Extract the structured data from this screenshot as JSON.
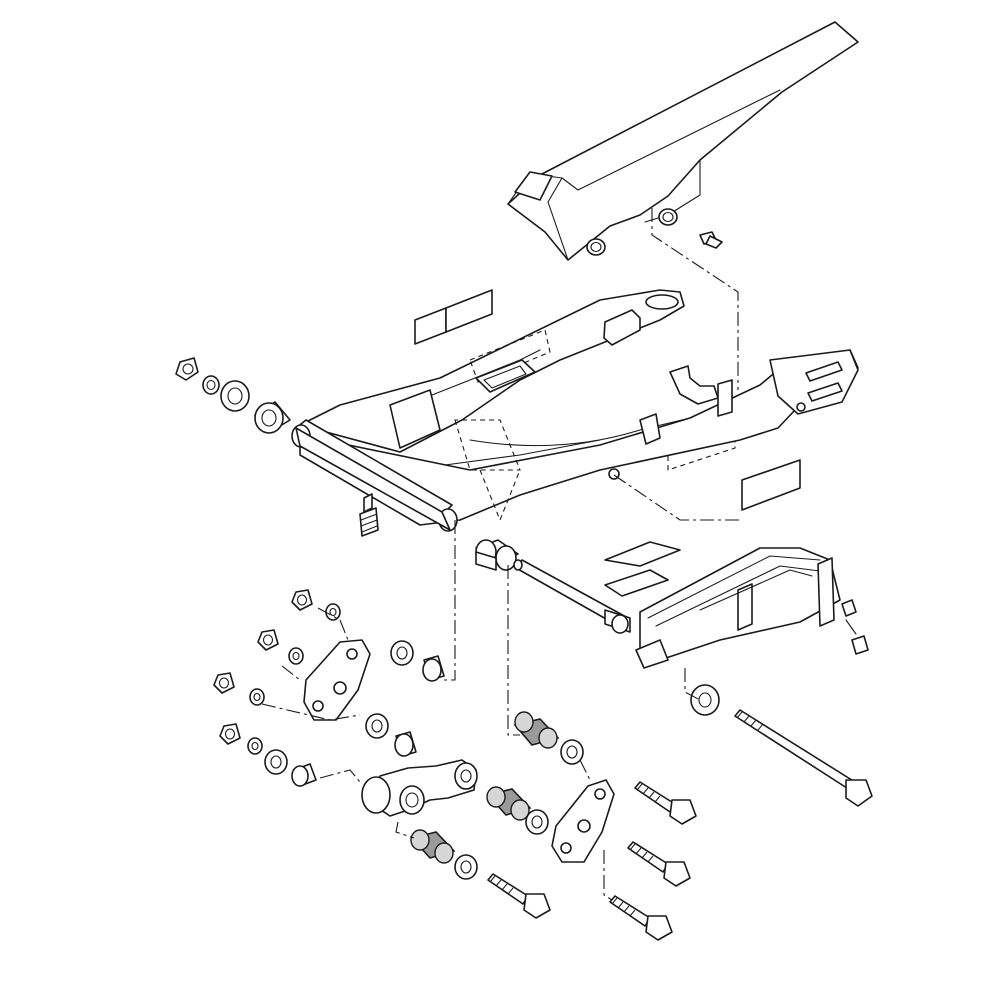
{
  "diagram": {
    "kind": "exploded parts view",
    "style": "black line art on white",
    "colors": {
      "line": "#1a1a1a",
      "background": "#ffffff",
      "fill_shade": "#9a9a9a"
    },
    "parts": [
      "chain-guard",
      "swingarm",
      "pivot-shaft",
      "grease-nipple",
      "chain-slider",
      "suspension-linkage-plate",
      "link-rod",
      "needle-bearing",
      "bolt",
      "nut",
      "washer",
      "collar",
      "decal-label"
    ]
  }
}
